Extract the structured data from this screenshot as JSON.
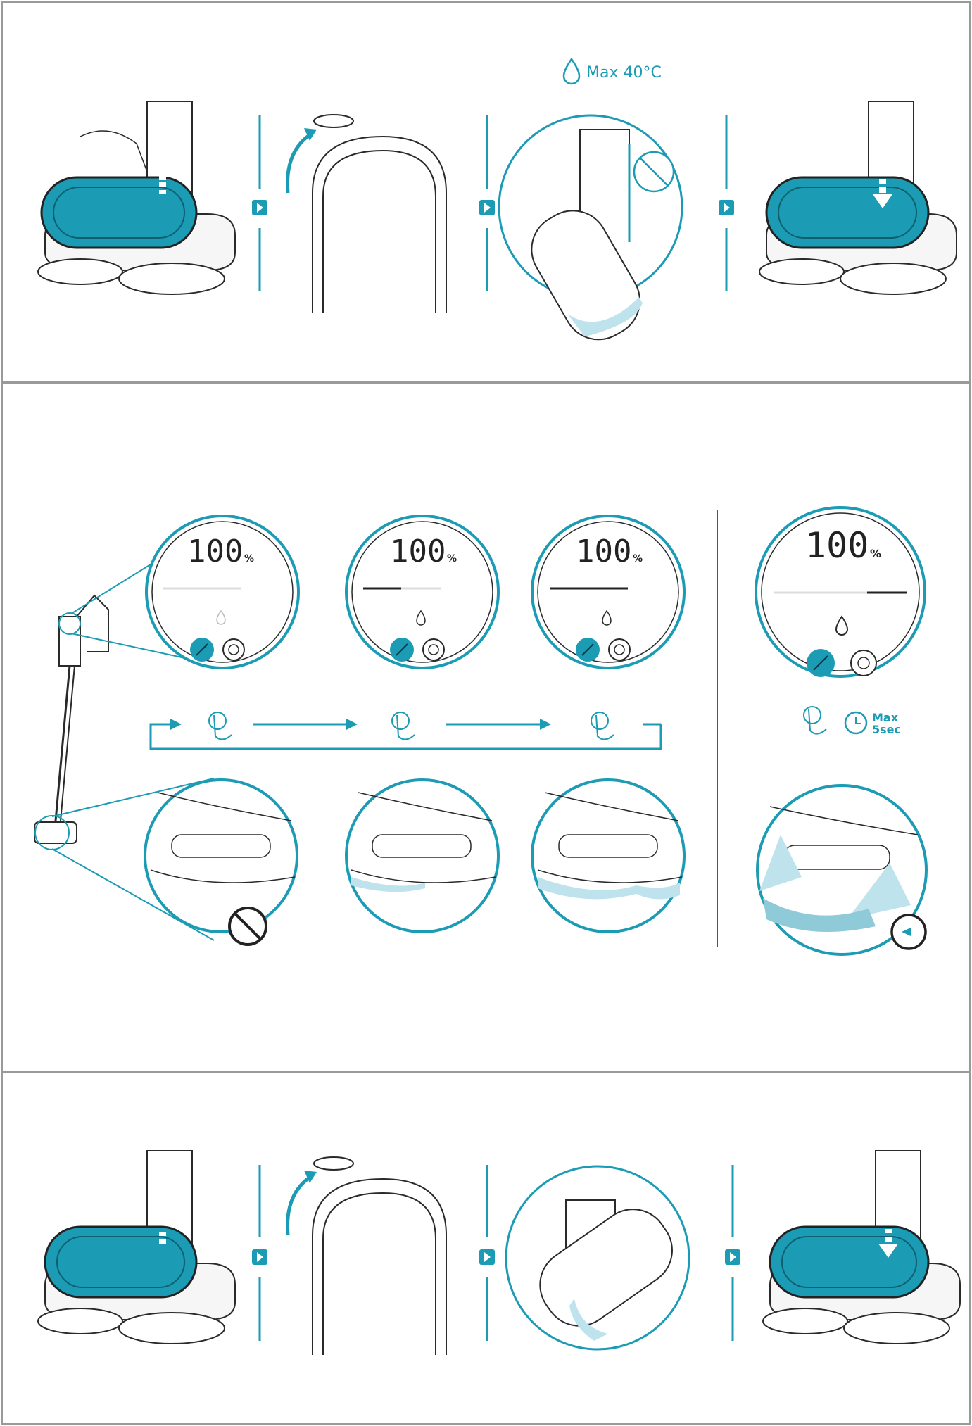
{
  "panel1": {
    "temp_label": "Max 40°C"
  },
  "panel2": {
    "display_reading": "100",
    "display_unit": "%",
    "hold_label_line1": "Max",
    "hold_label_line2": "5sec"
  },
  "colors": {
    "accent": "#1b9bb4",
    "line": "#2a2a2a",
    "water": "#bfe3ec"
  },
  "icons": [
    "arrow-up-icon",
    "arrow-down-icon",
    "play-step-icon",
    "water-drop-icon",
    "no-limescale-icon",
    "tap-hand-icon",
    "clock-icon",
    "power-icon",
    "spray-icon",
    "no-water-icon"
  ]
}
